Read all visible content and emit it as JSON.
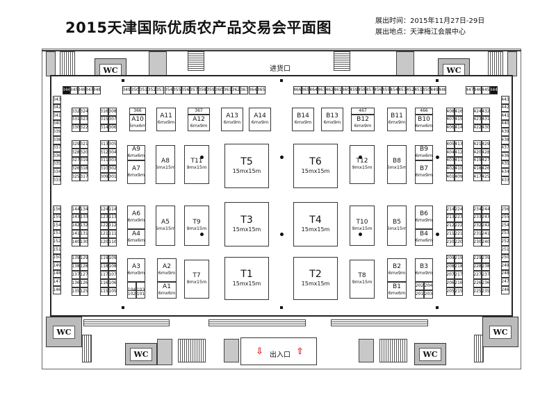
{
  "header": {
    "title": "2015天津国际优质农产品交易会平面图",
    "time_label": "展出时间：",
    "time_value": "2015年11月27日-29日",
    "place_label": "展出地点：",
    "place_value": "天津梅江会展中心"
  },
  "labels": {
    "wc": "WC",
    "goods_entrance": "进货口",
    "entrance_exit": "出入口"
  },
  "colors": {
    "entrance_arrow": "#d8222a",
    "wc_fill": "#bbbbbb"
  },
  "top_row_left": [
    "344",
    "345",
    "346",
    "347",
    "348"
  ],
  "top_row_mid": [
    "349",
    "350",
    "351",
    "352",
    "353",
    "354",
    "355",
    "356",
    "357",
    "358",
    "359",
    "360",
    "361",
    "362",
    "363",
    "364",
    "365"
  ],
  "top_row_right": [
    "466",
    "465",
    "464",
    "463",
    "462",
    "461",
    "460",
    "459",
    "458",
    "457",
    "456",
    "455",
    "454",
    "453",
    "452",
    "451",
    "450",
    "449",
    "448"
  ],
  "top_row_far": [
    "447",
    "446",
    "445",
    "444"
  ],
  "left_wall_upper": [
    "343",
    "342",
    "341",
    "340",
    "339",
    "338",
    "337",
    "336",
    "335",
    "334",
    "333"
  ],
  "left_wall_lower": [
    "156",
    "155",
    "154",
    "153",
    "152",
    "151",
    "150",
    "149",
    "148",
    "147",
    "146"
  ],
  "right_wall_upper": [
    "443",
    "442",
    "441",
    "440",
    "439",
    "438",
    "437",
    "436",
    "435",
    "434",
    "433"
  ],
  "right_wall_lower": [
    "256",
    "255",
    "254",
    "253",
    "252",
    "251",
    "250",
    "249",
    "248",
    "247",
    "246"
  ],
  "col_a_upper": [
    [
      "332",
      "324"
    ],
    [
      "331",
      "323"
    ],
    [
      "330",
      "322"
    ],
    [
      "",
      ""
    ],
    [
      "329",
      "321"
    ],
    [
      "328",
      "320"
    ],
    [
      "327",
      "319"
    ],
    [
      "326",
      "318"
    ],
    [
      "325",
      "317"
    ]
  ],
  "col_a_lower": [
    [
      "144",
      "134"
    ],
    [
      "143",
      "133"
    ],
    [
      "142",
      "132"
    ],
    [
      "141",
      "131"
    ],
    [
      "140",
      "130"
    ],
    [
      "",
      ""
    ],
    [
      "139",
      "129"
    ],
    [
      "138",
      "128"
    ],
    [
      "137",
      "127"
    ],
    [
      "136",
      "126"
    ],
    [
      "135",
      "125"
    ]
  ],
  "col_b_upper": [
    [
      "316",
      "308"
    ],
    [
      "315",
      "307"
    ],
    [
      "314",
      "306"
    ],
    [
      "",
      ""
    ],
    [
      "313",
      "305"
    ],
    [
      "312",
      "304"
    ],
    [
      "311",
      "303"
    ],
    [
      "310",
      "302"
    ],
    [
      "309",
      "301"
    ]
  ],
  "col_b_lower": [
    [
      "124",
      "114"
    ],
    [
      "123",
      "113"
    ],
    [
      "122",
      "112"
    ],
    [
      "121",
      "111"
    ],
    [
      "120",
      "110"
    ],
    [
      "",
      ""
    ],
    [
      "119",
      "109"
    ],
    [
      "118",
      "108"
    ],
    [
      "117",
      "107"
    ],
    [
      "116",
      "106"
    ],
    [
      "115",
      "105"
    ]
  ],
  "col_y_upper": [
    [
      "408",
      "416"
    ],
    [
      "407",
      "415"
    ],
    [
      "406",
      "414"
    ],
    [
      "",
      ""
    ],
    [
      "405",
      "413"
    ],
    [
      "404",
      "412"
    ],
    [
      "403",
      "411"
    ],
    [
      "402",
      "410"
    ],
    [
      "401",
      "409"
    ]
  ],
  "col_y_lower": [
    [
      "214",
      "224"
    ],
    [
      "213",
      "223"
    ],
    [
      "212",
      "222"
    ],
    [
      "211",
      "221"
    ],
    [
      "210",
      "220"
    ],
    [
      "",
      ""
    ],
    [
      "209",
      "219"
    ],
    [
      "208",
      "218"
    ],
    [
      "207",
      "217"
    ],
    [
      "206",
      "216"
    ],
    [
      "205",
      "215"
    ]
  ],
  "col_z_upper": [
    [
      "424",
      "432"
    ],
    [
      "423",
      "431"
    ],
    [
      "422",
      "430"
    ],
    [
      "",
      ""
    ],
    [
      "421",
      "429"
    ],
    [
      "420",
      "428"
    ],
    [
      "419",
      "427"
    ],
    [
      "418",
      "426"
    ],
    [
      "417",
      "425"
    ]
  ],
  "col_z_lower": [
    [
      "234",
      "244"
    ],
    [
      "233",
      "243"
    ],
    [
      "232",
      "242"
    ],
    [
      "231",
      "241"
    ],
    [
      "230",
      "240"
    ],
    [
      "",
      ""
    ],
    [
      "229",
      "239"
    ],
    [
      "228",
      "238"
    ],
    [
      "227",
      "237"
    ],
    [
      "226",
      "236"
    ],
    [
      "225",
      "235"
    ]
  ],
  "small_pairs": {
    "a103_104": [
      "104",
      "103"
    ],
    "a101_102": [
      "102",
      "101"
    ],
    "b201_204": [
      "202",
      "204"
    ],
    "b201_203": [
      "201",
      "203"
    ]
  },
  "booths": {
    "a366": "366",
    "a367": "367",
    "b467": "467",
    "b466": "466",
    "A11": {
      "n": "A11",
      "s": "6mx9m"
    },
    "A10": {
      "n": "A10",
      "s": "6mx6m"
    },
    "A12": {
      "n": "A12",
      "s": "6mx9m"
    },
    "A13": {
      "n": "A13",
      "s": "6mx9m"
    },
    "A14": {
      "n": "A14",
      "s": "6mx9m"
    },
    "B14": {
      "n": "B14",
      "s": "6mx9m"
    },
    "B13": {
      "n": "B13",
      "s": "6mx9m"
    },
    "B12": {
      "n": "B12",
      "s": "6mx9m"
    },
    "B11": {
      "n": "B11",
      "s": "6mx9m"
    },
    "B10": {
      "n": "B10",
      "s": "6mx6m"
    },
    "A9": {
      "n": "A9",
      "s": "6mx6m"
    },
    "A7": {
      "n": "A7",
      "s": "6mx9m"
    },
    "A8": {
      "n": "A8",
      "s": "6mx15m"
    },
    "T11": {
      "n": "T11",
      "s": "9mx15m"
    },
    "T5": {
      "n": "T5",
      "s": "15mx15m"
    },
    "T6": {
      "n": "T6",
      "s": "15mx15m"
    },
    "T12": {
      "n": "T12",
      "s": "9mx15m"
    },
    "B8": {
      "n": "B8",
      "s": "6mx15m"
    },
    "B9": {
      "n": "B9",
      "s": "6mx6m"
    },
    "B7": {
      "n": "B7",
      "s": "6mx9m"
    },
    "A6": {
      "n": "A6",
      "s": "6mx9m"
    },
    "A4": {
      "n": "A4",
      "s": "6mx6m"
    },
    "A5": {
      "n": "A5",
      "s": "6mx15m"
    },
    "T9": {
      "n": "T9",
      "s": "9mx15m"
    },
    "T3": {
      "n": "T3",
      "s": "15mx15m"
    },
    "T4": {
      "n": "T4",
      "s": "15mx15m"
    },
    "T10": {
      "n": "T10",
      "s": "9mx15m"
    },
    "B5": {
      "n": "B5",
      "s": "6mx15m"
    },
    "B6": {
      "n": "B6",
      "s": "6mx9m"
    },
    "B4": {
      "n": "B4",
      "s": "6mx6m"
    },
    "A3": {
      "n": "A3",
      "s": "6mx9m"
    },
    "A2": {
      "n": "A2",
      "s": "6mx9m"
    },
    "A1": {
      "n": "A1",
      "s": "6mx6m"
    },
    "T7": {
      "n": "T7",
      "s": "9mx15m"
    },
    "T1": {
      "n": "T1",
      "s": "15mx15m"
    },
    "T2": {
      "n": "T2",
      "s": "15mx15m"
    },
    "T8": {
      "n": "T8",
      "s": "9mx15m"
    },
    "B2": {
      "n": "B2",
      "s": "6mx9m"
    },
    "B1": {
      "n": "B1",
      "s": "6mx6m"
    },
    "B3": {
      "n": "B3",
      "s": "6mx9m"
    }
  }
}
